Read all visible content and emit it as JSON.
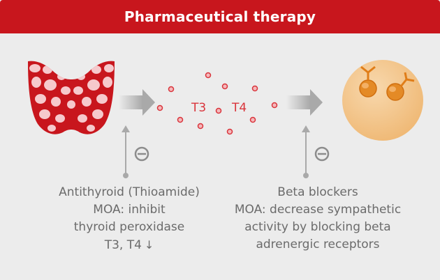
{
  "header": {
    "title": "Pharmaceutical therapy"
  },
  "hormones": {
    "t3": "T3",
    "t4": "T4"
  },
  "left_caption": {
    "line1": "Antithyroid (Thioamide)",
    "line2": "MOA: inhibit",
    "line3": "thyroid peroxidase",
    "line4": "T3, T4",
    "arrow": "↓"
  },
  "right_caption": {
    "line1": "Beta blockers",
    "line2": "MOA: decrease sympathetic",
    "line3": "activity by blocking beta",
    "line4": "adrenergic  receptors"
  },
  "colors": {
    "header_bg": "#c8161d",
    "gland": "#c8161d",
    "gland_spots": "#f6c9cc",
    "cell": "#f3c48e",
    "receptor": "#e07d18",
    "arrow": "#a9a9a9",
    "hormone_text": "#d9343b"
  }
}
